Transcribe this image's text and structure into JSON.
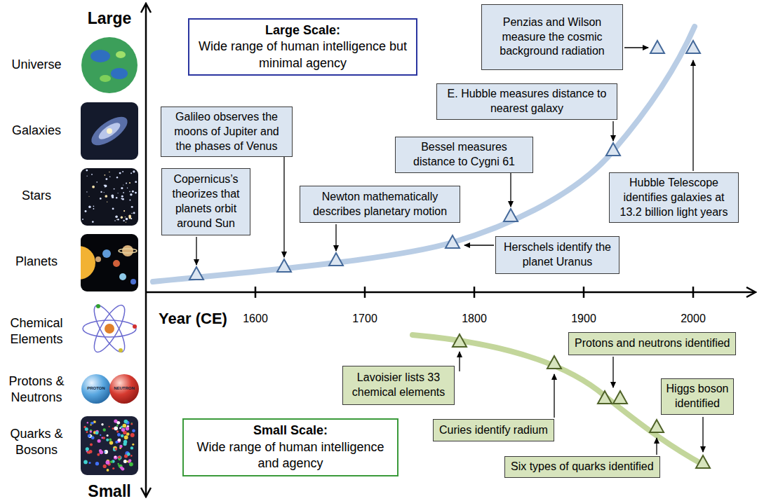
{
  "diagram": {
    "nodes": [
      {
        "text": [
          "Large Scale:",
          "Wide range of human intelligence but minimal agency"
        ]
      },
      {
        "text": [
          "Penzias and Wilson measure the cosmic background radiation"
        ]
      },
      {
        "text": [
          "Galileo observes the moons of Jupiter and the phases of Venus"
        ]
      },
      {
        "text": [
          "E. Hubble measures distance to nearest galaxy"
        ]
      },
      {
        "text": [
          "Bessel measures distance to Cygni 61"
        ]
      },
      {
        "text": [
          "Copernicus’s theorizes that planets orbit around Sun"
        ]
      },
      {
        "text": [
          "Newton mathematically describes planetary motion"
        ]
      },
      {
        "text": [
          "Hubble Telescope identifies galaxies at 13.2 billion light years"
        ]
      },
      {
        "text": [
          "Herschels identify the planet Uranus"
        ]
      },
      {
        "text": [
          "Protons and neutrons identified"
        ]
      },
      {
        "text": [
          "Lavoisier lists 33 chemical elements"
        ]
      },
      {
        "text": [
          "Higgs boson identified"
        ]
      },
      {
        "text": [
          "Curies identify radium"
        ]
      },
      {
        "text": [
          "Small Scale:",
          "Wide range of human intelligence and agency"
        ]
      },
      {
        "text": [
          "Six types of quarks identified"
        ]
      }
    ],
    "labels": [
      "Large",
      "Universe",
      "Galaxies",
      "Stars",
      "Planets",
      "Chemical Elements",
      "Protons & Neutrons",
      "Quarks & Bosons",
      "Small",
      "Year (CE)",
      "1600",
      "1700",
      "1800",
      "1900",
      "2000",
      "PROTON",
      "NEUTRON"
    ]
  }
}
